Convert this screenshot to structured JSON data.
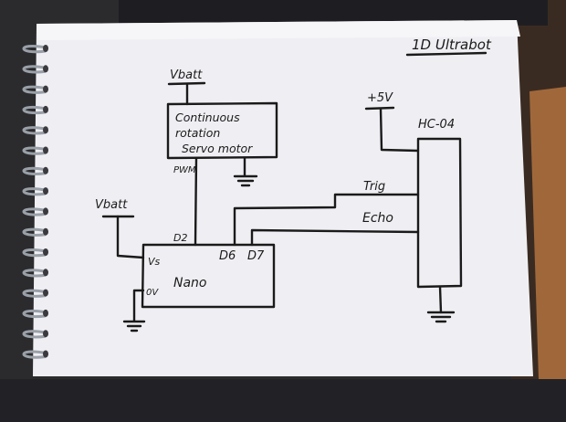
{
  "title": "1D Ultrabot",
  "servo": {
    "supply": "Vbatt",
    "line1": "Continuous",
    "line2": "rotation",
    "line3": "Servo motor",
    "signal": "PWM"
  },
  "nano": {
    "name": "Nano",
    "pin_vs": "Vs",
    "pin_0v": "0V",
    "pin_d2": "D2",
    "pin_d6": "D6",
    "pin_d7": "D7",
    "supply": "Vbatt"
  },
  "sensor": {
    "name": "HC-04",
    "supply": "+5V",
    "trig": "Trig",
    "echo": "Echo"
  },
  "colors": {
    "paper": "#f1f1f4",
    "ink": "#1a1a1a",
    "desk": "#2a2a2c",
    "wood": "#a0683a",
    "spiral": "#9aa0a8"
  }
}
